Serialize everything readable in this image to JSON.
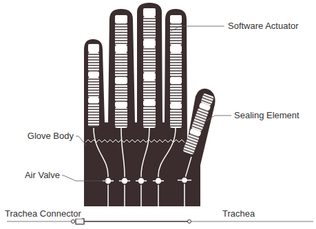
{
  "diagram": {
    "labels": [
      "Software Actuator",
      "Sealing Element",
      "Glove Body",
      "Air Valve",
      "Trachea Connector",
      "Trachea"
    ]
  }
}
